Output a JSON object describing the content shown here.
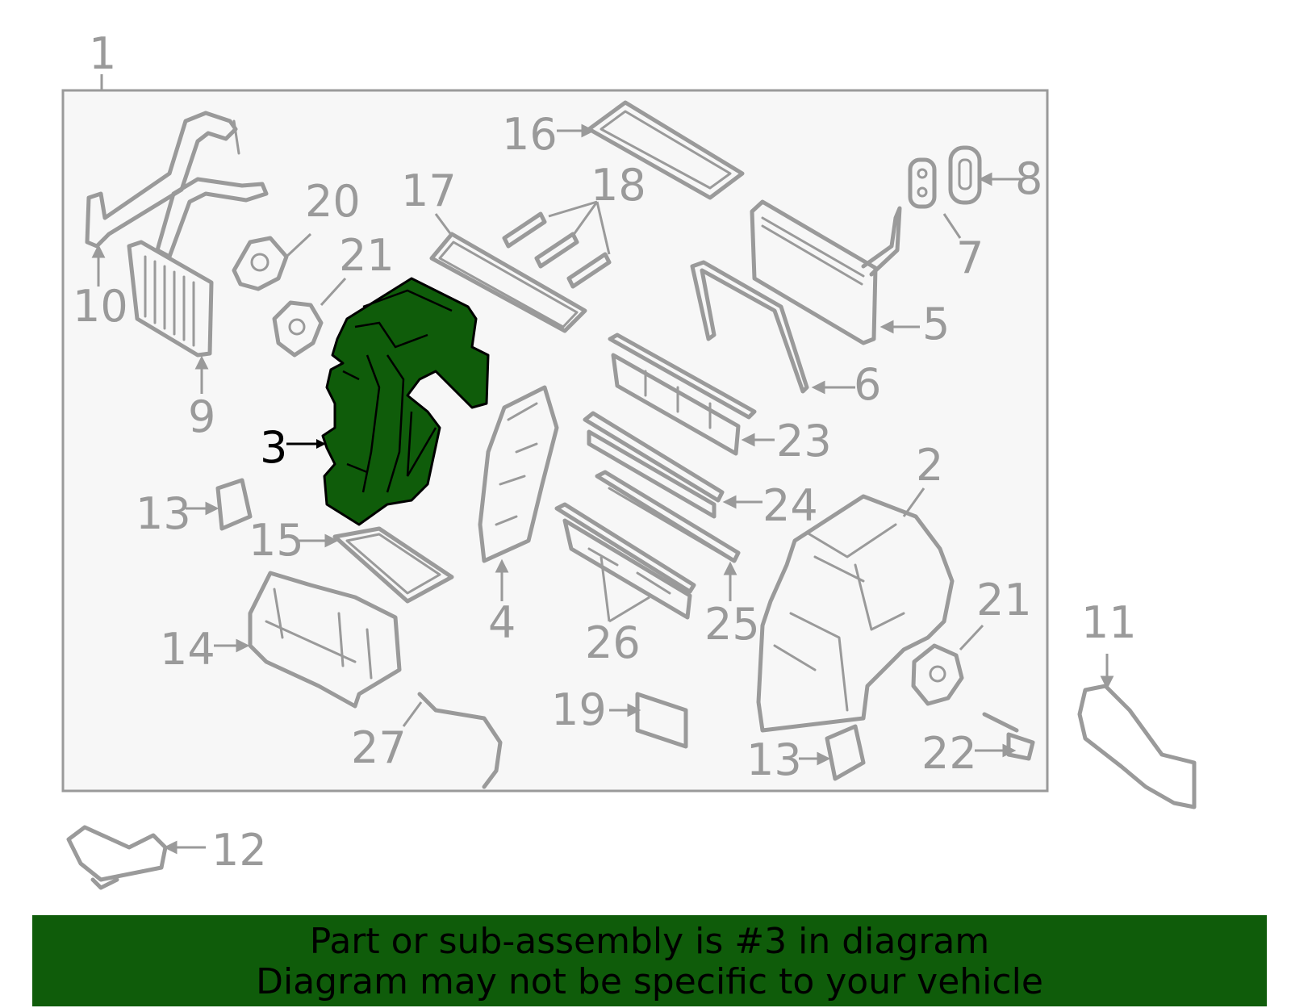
{
  "colors": {
    "line": "#9a9a9a",
    "highlight_fill": "#0f5c0a",
    "highlight_stroke": "#000000",
    "banner_bg": "#0f5c0a",
    "banner_text": "#000000",
    "frame_bg": "#f7f7f7"
  },
  "callouts": {
    "c1": "1",
    "c2": "2",
    "c3": "3",
    "c4": "4",
    "c5": "5",
    "c6": "6",
    "c7": "7",
    "c8": "8",
    "c9": "9",
    "c10": "10",
    "c11": "11",
    "c12": "12",
    "c13a": "13",
    "c13b": "13",
    "c14": "14",
    "c15": "15",
    "c16": "16",
    "c17": "17",
    "c18": "18",
    "c19": "19",
    "c20": "20",
    "c21a": "21",
    "c21b": "21",
    "c22": "22",
    "c23": "23",
    "c24": "24",
    "c25": "25",
    "c26": "26",
    "c27": "27"
  },
  "highlighted_part": "3",
  "banner": {
    "line1": "Part or sub-assembly is #3 in diagram",
    "line2": "Diagram may not be specific to your vehicle"
  }
}
